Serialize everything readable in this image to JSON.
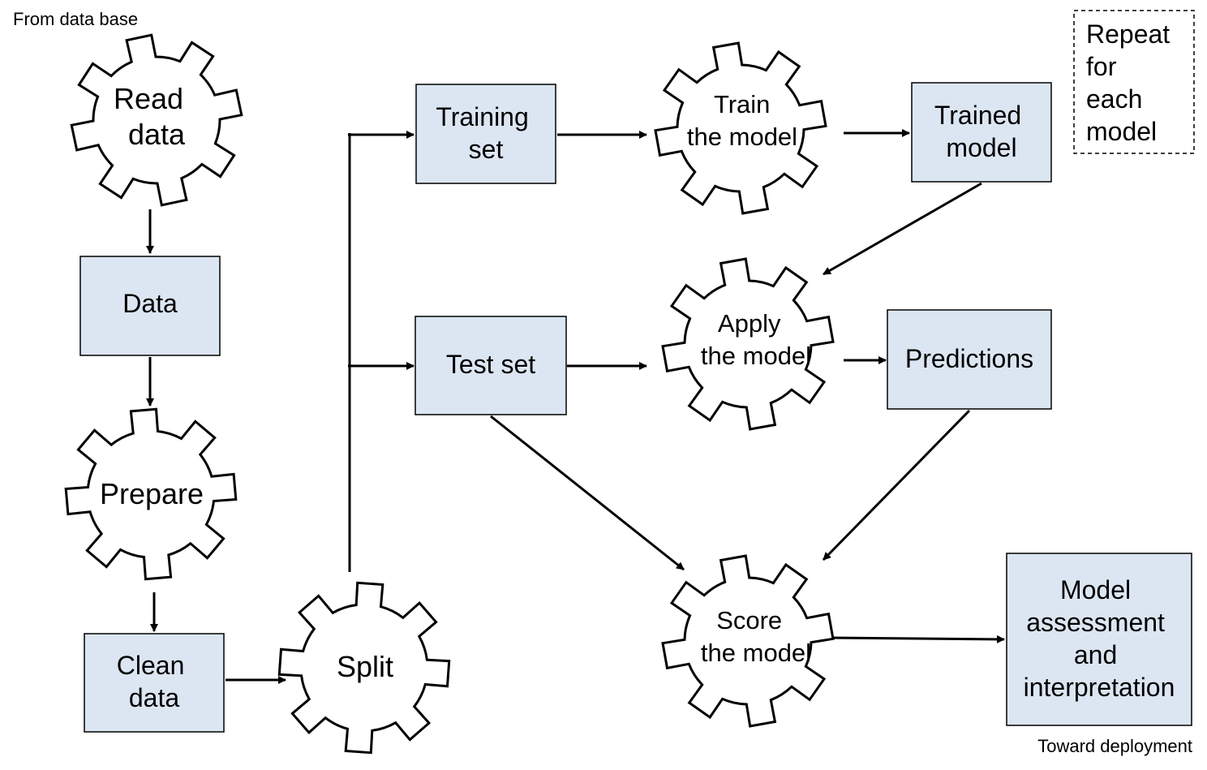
{
  "notes": {
    "source": "From data base",
    "target": "Toward deployment",
    "repeat": [
      "Repeat",
      "for",
      "each",
      "model"
    ]
  },
  "boxes": {
    "data": [
      "Data"
    ],
    "clean_data": [
      "Clean",
      "data"
    ],
    "training_set": [
      "Training",
      "set"
    ],
    "test_set": [
      "Test set"
    ],
    "trained_model": [
      "Trained",
      "model"
    ],
    "predictions": [
      "Predictions"
    ],
    "assessment": [
      "Model",
      "assessment",
      "and",
      "interpretation"
    ]
  },
  "gears": {
    "read_data": [
      "Read",
      "data"
    ],
    "prepare": [
      "Prepare"
    ],
    "split": [
      "Split"
    ],
    "train": [
      "Train",
      "the model"
    ],
    "apply": [
      "Apply",
      "the model"
    ],
    "score": [
      "Score",
      "the model"
    ]
  }
}
